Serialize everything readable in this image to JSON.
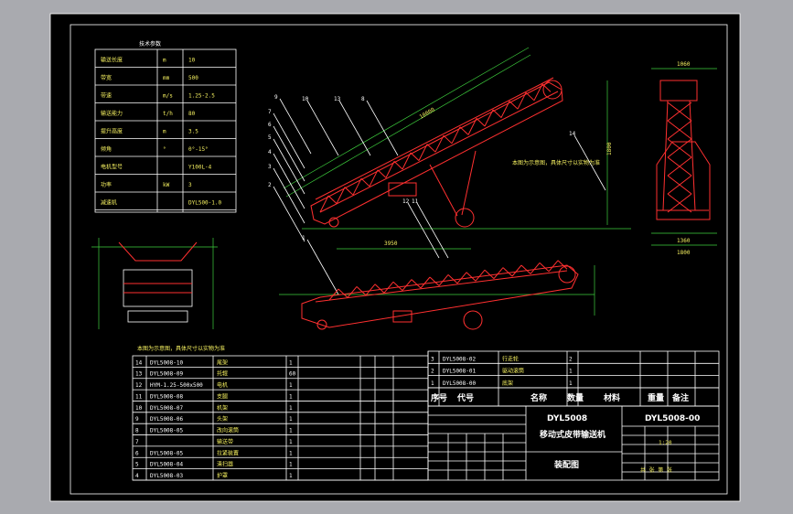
{
  "colors": {
    "background": "#a9aaaf",
    "sheet": "#000000",
    "frame": "#ffffff",
    "structure": "#ff3030",
    "dimension": "#3ed03e",
    "hatch": "#33c7d0",
    "text_yellow": "#f5f060"
  },
  "tech_table": {
    "title": "技术参数",
    "rows": [
      [
        "输送长度",
        "m",
        "10"
      ],
      [
        "带宽",
        "mm",
        "500"
      ],
      [
        "带速",
        "m/s",
        "1.25-2.5"
      ],
      [
        "输送能力",
        "t/h",
        "80"
      ],
      [
        "提升高度",
        "m",
        "3.5"
      ],
      [
        "倾角",
        "°",
        "0°-15°"
      ],
      [
        "电机型号",
        "",
        "Y100L-4"
      ],
      [
        "功率",
        "kW",
        "3"
      ],
      [
        "减速机",
        "",
        "DYL500-1.0"
      ]
    ]
  },
  "side_view_labels": [
    "9",
    "10",
    "13",
    "8",
    "7",
    "6",
    "5",
    "4",
    "3",
    "2",
    "1",
    "11",
    "12",
    "14"
  ],
  "side_view_dims": [
    "10000",
    "3950",
    "1800"
  ],
  "front_view_dims": [
    "1060",
    "1360",
    "1800"
  ],
  "note": "本图为示意图，具体尺寸以实物为准",
  "bom_rows": [
    [
      "14",
      "DYL5008-10",
      "尾架",
      "1",
      "",
      "",
      ""
    ],
    [
      "13",
      "DYL5008-09",
      "托辊",
      "60",
      "",
      "",
      ""
    ],
    [
      "12",
      "HYM-1.25-500x500",
      "电机",
      "1",
      "",
      "",
      ""
    ],
    [
      "11",
      "DYL5008-08",
      "支腿",
      "1",
      "",
      "",
      ""
    ],
    [
      "10",
      "DYL5008-07",
      "机架",
      "1",
      "",
      "",
      ""
    ],
    [
      "9",
      "DYL5008-06",
      "头架",
      "1",
      "",
      "",
      ""
    ],
    [
      "8",
      "DYL5008-05",
      "改向滚筒",
      "1",
      "",
      "",
      ""
    ],
    [
      "7",
      "",
      "输送带",
      "1",
      "",
      "",
      ""
    ],
    [
      "6",
      "DYL5008-05",
      "拉紧装置",
      "1",
      "",
      "",
      ""
    ],
    [
      "5",
      "DYL5008-04",
      "清扫器",
      "1",
      "",
      "",
      ""
    ],
    [
      "4",
      "DYL5008-03",
      "护罩",
      "1",
      "",
      "",
      ""
    ]
  ],
  "bom_upper": [
    [
      "3",
      "DYL5008-02",
      "行走轮",
      "2",
      "",
      "",
      ""
    ],
    [
      "2",
      "DYL5008-01",
      "驱动滚筒",
      "1",
      "",
      "",
      ""
    ],
    [
      "1",
      "DYL5008-00",
      "底架",
      "1",
      "",
      "",
      ""
    ]
  ],
  "bom_header": [
    "序号",
    "代号",
    "名称",
    "数量",
    "材料",
    "重量",
    "备注"
  ],
  "title_block": {
    "drawing_no": "DYL5008-00",
    "name": "DYL5008\n移动式皮带输送机",
    "part_name": "装配图",
    "scale": "1:20",
    "sheet": "共 张 第 张"
  }
}
